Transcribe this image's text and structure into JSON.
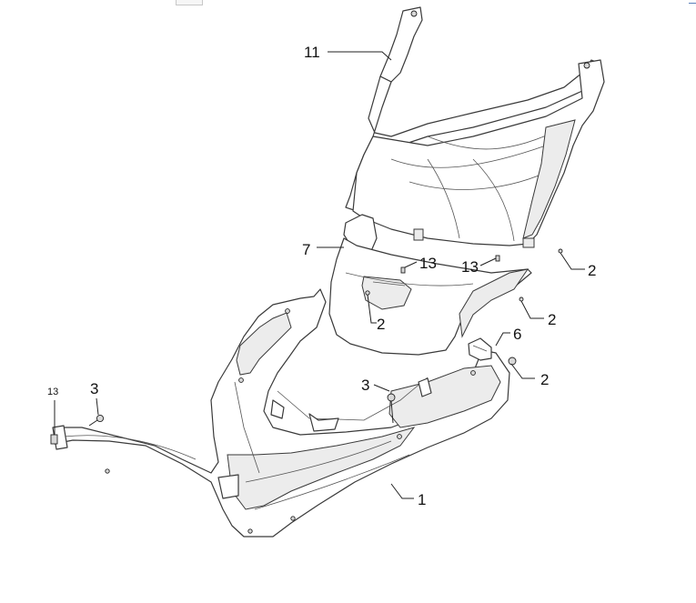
{
  "callouts": {
    "floor_panel": "1",
    "screw_a": "2",
    "screw_b": "2",
    "screw_c": "2",
    "screw_d": "2",
    "bolt_left": "3",
    "bolt_center": "3",
    "bracket": "6",
    "inner_shield": "7",
    "front_shield": "11",
    "clip_left": "13",
    "clip_center": "13",
    "clip_right": "13"
  },
  "colors": {
    "line": "#3a3a3a",
    "shading": "#ececec",
    "background": "#ffffff"
  }
}
